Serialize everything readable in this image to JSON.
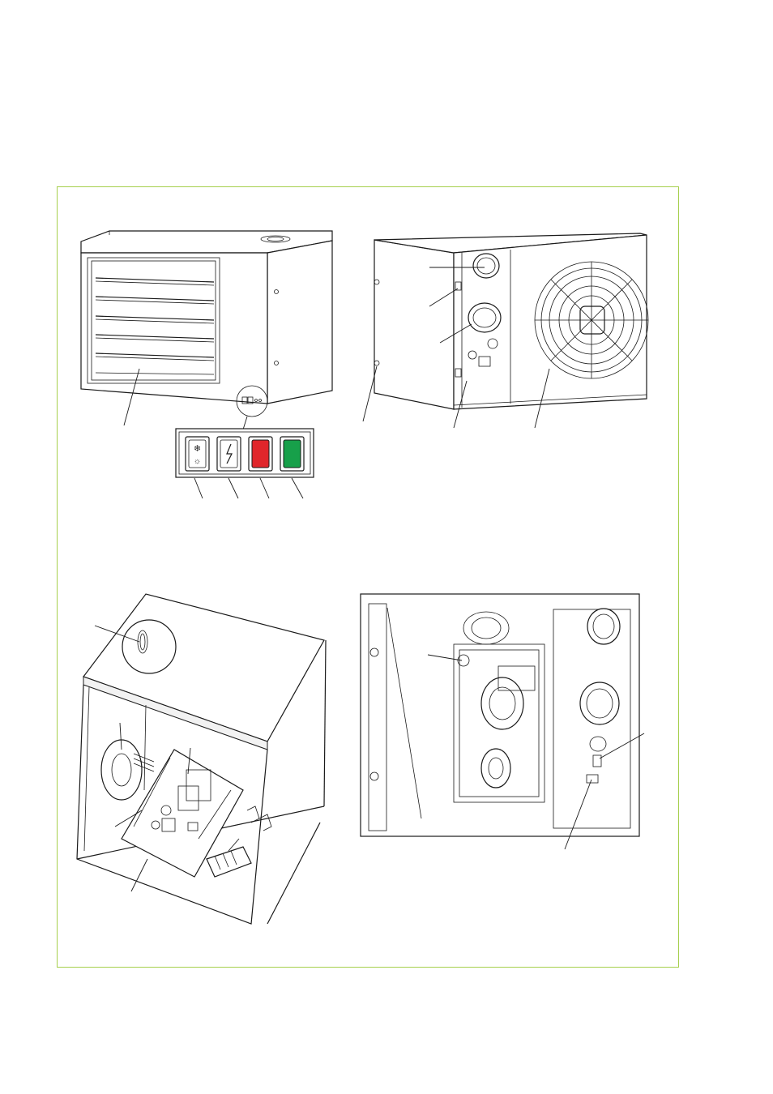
{
  "figure": {
    "frame_color": "#a6cf4c",
    "views": [
      {
        "id": "front-view",
        "subject": "heater-front"
      },
      {
        "id": "rear-view",
        "subject": "heater-rear"
      },
      {
        "id": "interior-view",
        "subject": "control-board"
      },
      {
        "id": "burner-view",
        "subject": "burner-compartment"
      }
    ],
    "control_panel": {
      "buttons": [
        {
          "id": "mode-switch",
          "icon": "snowflake-sun-icon",
          "color": "#ffffff"
        },
        {
          "id": "reset-switch",
          "icon": "lightning-icon",
          "color": "#ffffff"
        },
        {
          "id": "fault-lamp",
          "icon": "none",
          "color": "#e0262b"
        },
        {
          "id": "power-lamp",
          "icon": "none",
          "color": "#17a04a"
        }
      ]
    }
  }
}
